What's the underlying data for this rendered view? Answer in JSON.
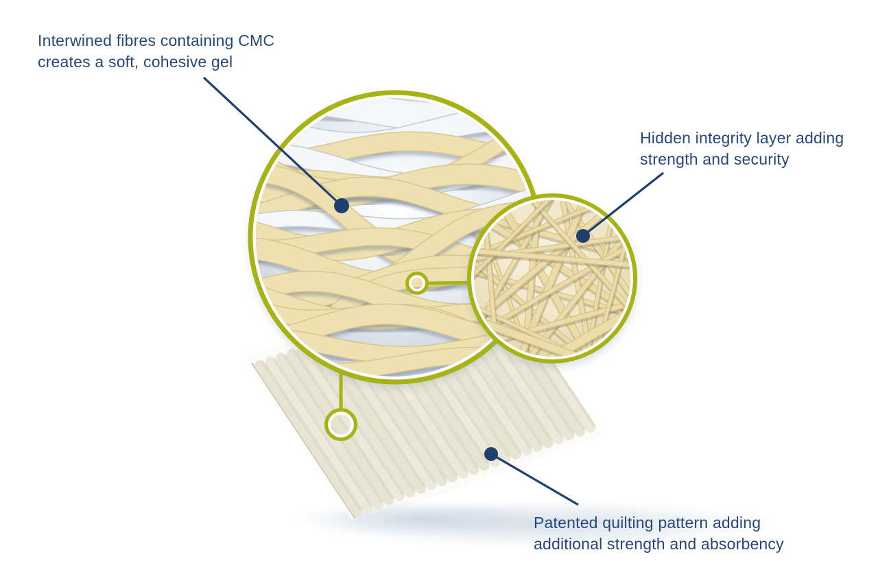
{
  "diagram": {
    "labels": {
      "fibres": {
        "line1": "Interwined fibres containing CMC",
        "line2": "creates a soft, cohesive gel"
      },
      "integrity": {
        "line1": "Hidden integrity layer adding",
        "line2": "strength and security"
      },
      "quilting": {
        "line1": "Patented quilting pattern adding",
        "line2": "additional strength and absorbency"
      }
    },
    "colors": {
      "text_navy": "#26477a",
      "leader_navy": "#1e3f6f",
      "ring_olive": "#a6b313",
      "fibre_cream": "#efe0b1",
      "fibre_cream_edge": "#d9c68c",
      "fibre_white": "#f4f6f7",
      "fibre_white_edge": "#c2cbd4",
      "integrity_fibre": "#ecdcaa",
      "integrity_fibre_edge": "#d5c28a",
      "sheet_ridge": "#ebe8d8",
      "sheet_seam": "#d5d2bf",
      "shadow_blue": "#aec3d4"
    }
  }
}
